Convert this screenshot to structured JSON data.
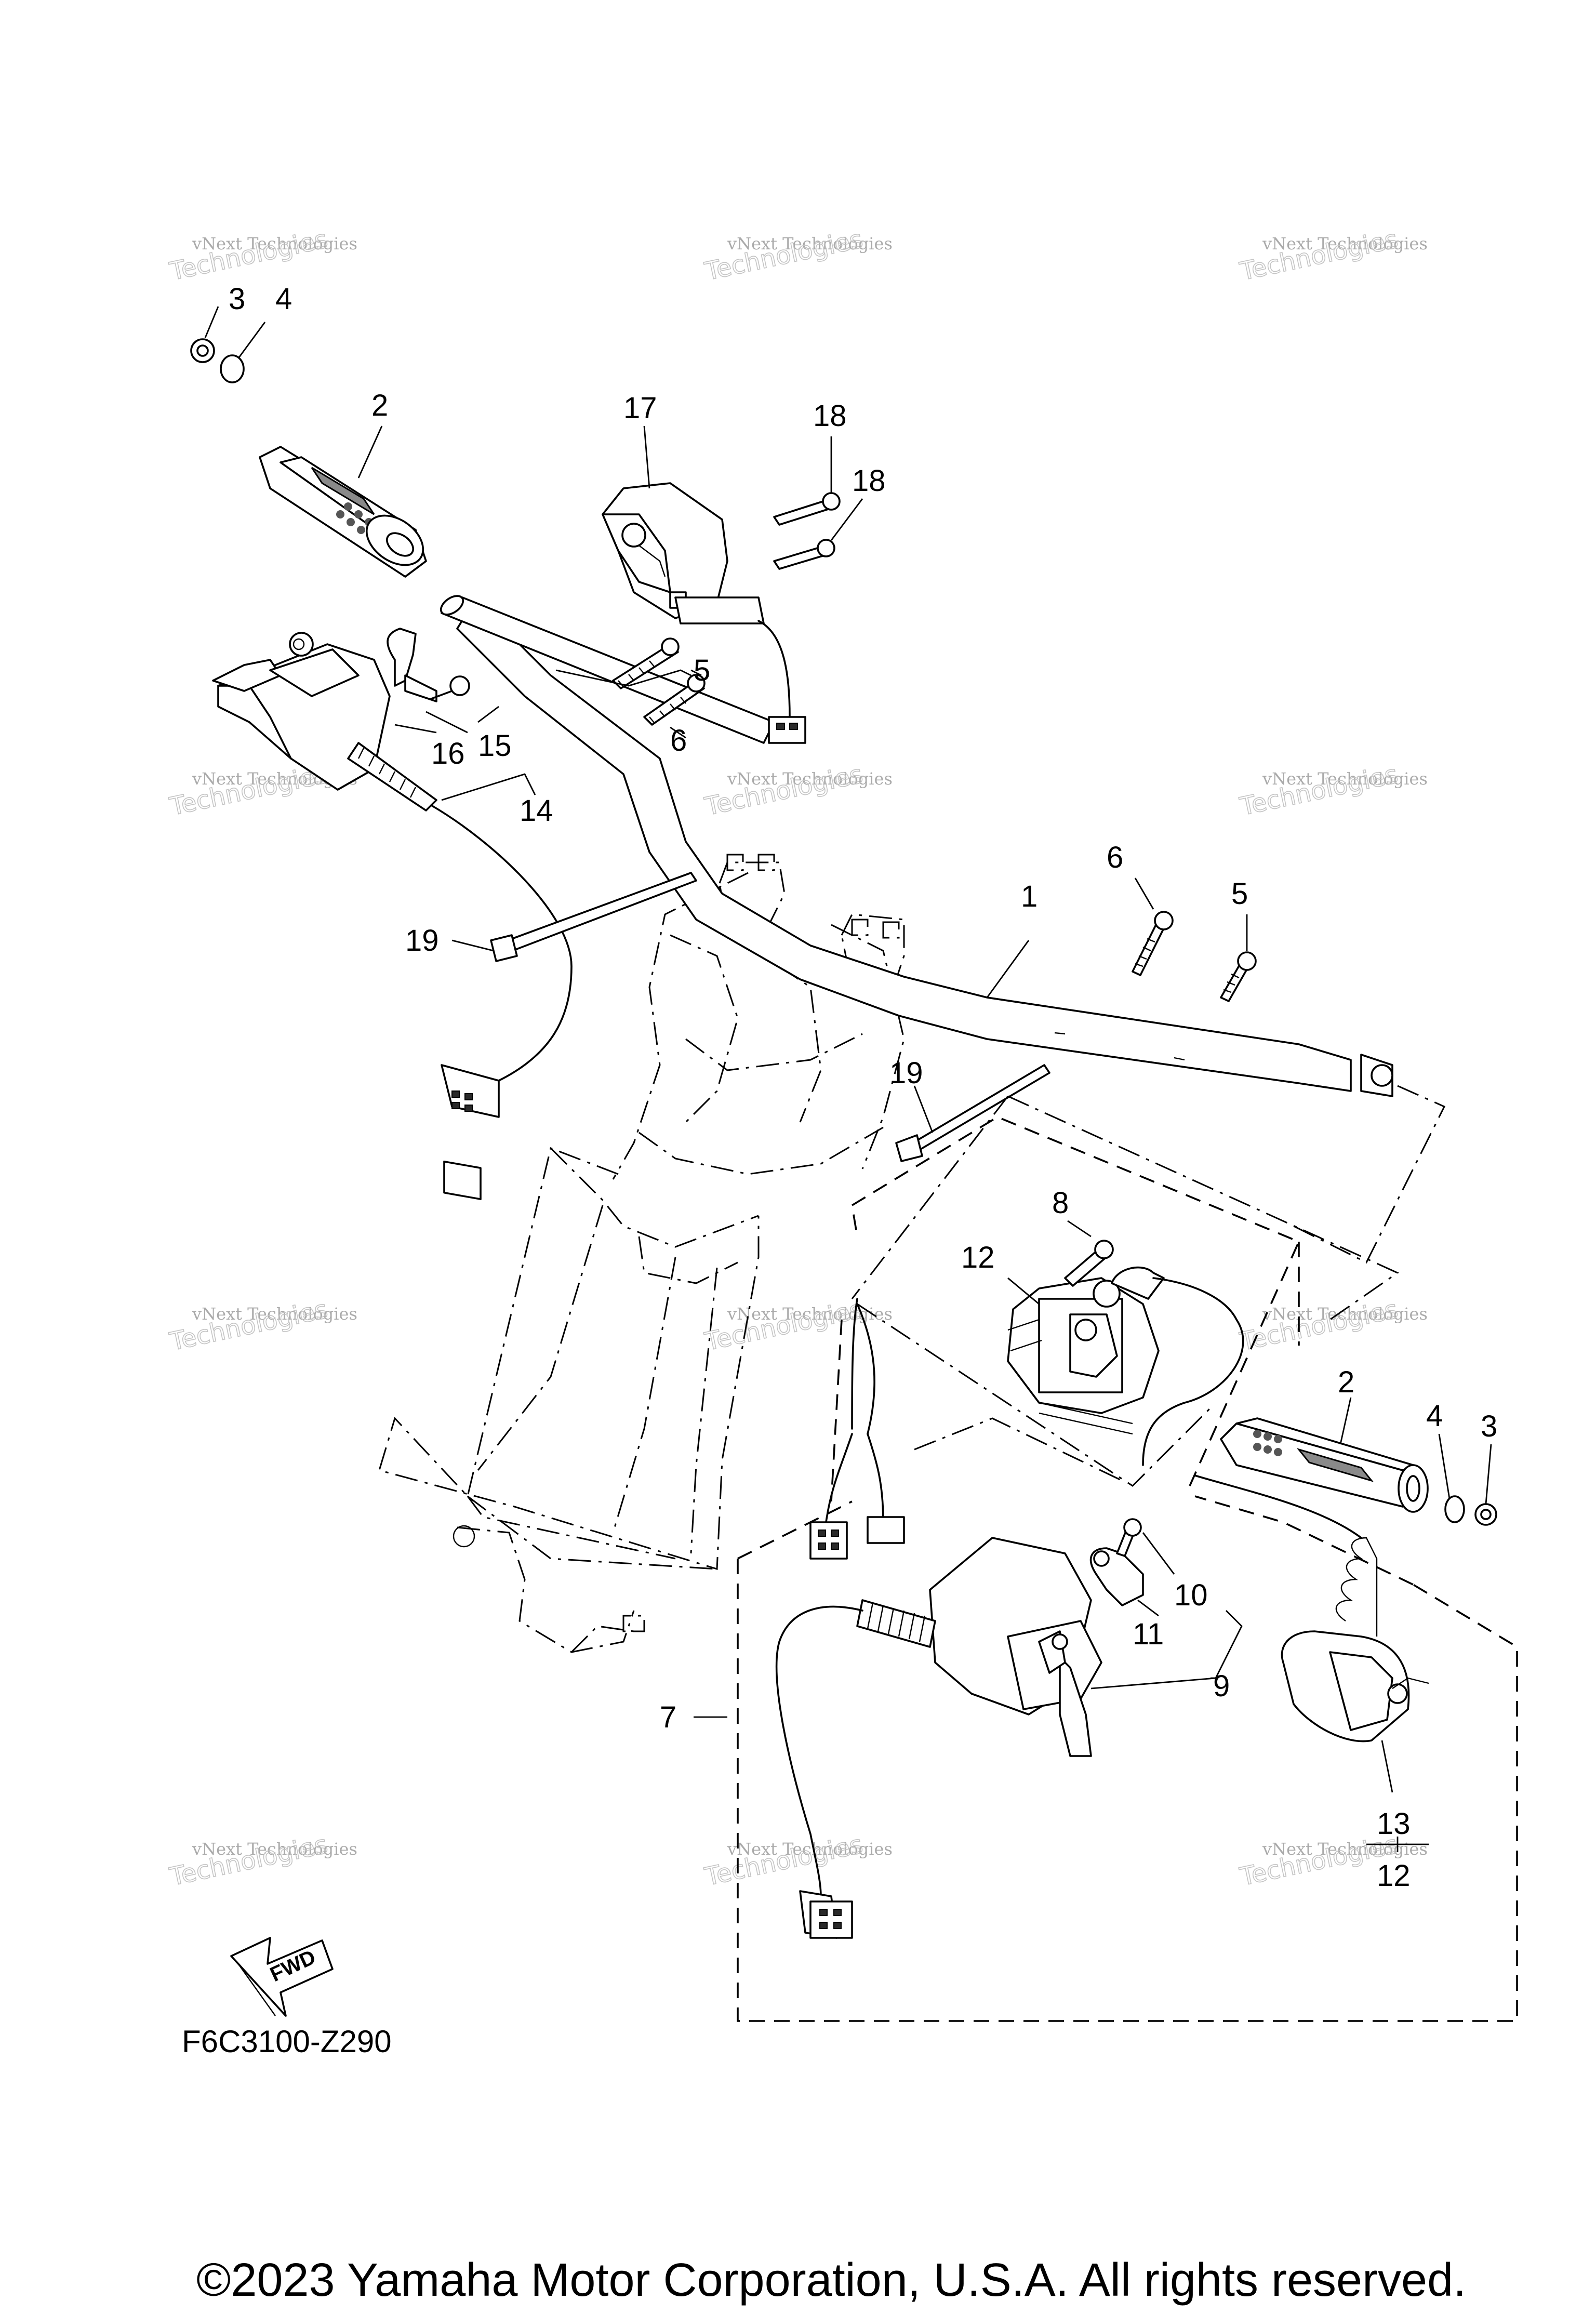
{
  "watermark": {
    "line1": "vNext Technologies",
    "line2": "Technologies"
  },
  "callouts": {
    "c1": "1",
    "c2a": "2",
    "c2b": "2",
    "c3a": "3",
    "c3b": "3",
    "c4a": "4",
    "c4b": "4",
    "c5a": "5",
    "c5b": "5",
    "c6a": "6",
    "c6b": "6",
    "c7": "7",
    "c8": "8",
    "c9": "9",
    "c10": "10",
    "c11": "11",
    "c12a": "12",
    "c12b": "12",
    "c13": "13",
    "c14": "14",
    "c15": "15",
    "c16": "16",
    "c17": "17",
    "c18a": "18",
    "c18b": "18",
    "c19a": "19",
    "c19b": "19"
  },
  "fwd_label": "FWD",
  "figure_code": "F6C3100-Z290",
  "copyright": "©2023 Yamaha Motor Corporation, U.S.A. All rights reserved."
}
